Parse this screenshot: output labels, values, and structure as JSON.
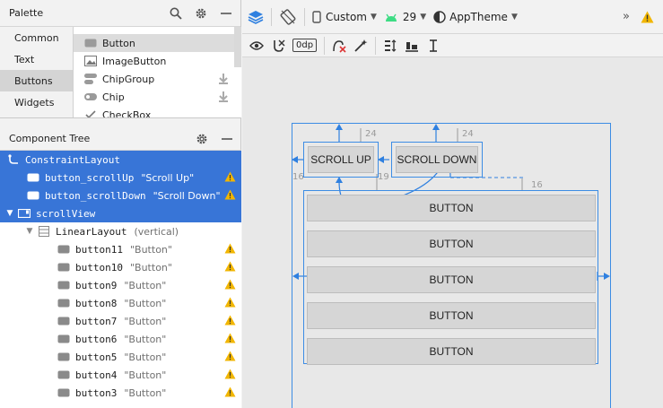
{
  "palette": {
    "title": "Palette",
    "categories": [
      {
        "label": "Common",
        "selected": false
      },
      {
        "label": "Text",
        "selected": false
      },
      {
        "label": "Buttons",
        "selected": true
      },
      {
        "label": "Widgets",
        "selected": false
      }
    ],
    "items": [
      {
        "label": "Button",
        "icon": "button-icon",
        "selected": true,
        "downloadable": false
      },
      {
        "label": "ImageButton",
        "icon": "image-icon",
        "selected": false,
        "downloadable": false
      },
      {
        "label": "ChipGroup",
        "icon": "chip-group-icon",
        "selected": false,
        "downloadable": true
      },
      {
        "label": "Chip",
        "icon": "chip-icon",
        "selected": false,
        "downloadable": true
      },
      {
        "label": "CheckBox",
        "icon": "checkbox-icon",
        "selected": false,
        "downloadable": false
      }
    ]
  },
  "tree": {
    "title": "Component Tree",
    "rows": [
      {
        "id": "ConstraintLayout",
        "label": "",
        "icon": "constraint-icon",
        "indent": 0,
        "selected": true,
        "warn": false,
        "arrow": ""
      },
      {
        "id": "button_scrollUp",
        "label": "\"Scroll Up\"",
        "icon": "button-icon",
        "indent": 1,
        "selected": true,
        "warn": true,
        "arrow": ""
      },
      {
        "id": "button_scrollDown",
        "label": "\"Scroll Down\"",
        "icon": "button-icon",
        "indent": 1,
        "selected": true,
        "warn": true,
        "arrow": ""
      },
      {
        "id": "scrollView",
        "label": "",
        "icon": "scrollview-icon",
        "indent": 0,
        "selected": true,
        "warn": false,
        "arrow": "expanded"
      },
      {
        "id": "LinearLayout",
        "label": "(vertical)",
        "icon": "linear-layout-icon",
        "indent": 1,
        "selected": false,
        "warn": false,
        "arrow": "expanded"
      },
      {
        "id": "button11",
        "label": "\"Button\"",
        "icon": "button-icon",
        "indent": 2,
        "selected": false,
        "warn": true,
        "arrow": ""
      },
      {
        "id": "button10",
        "label": "\"Button\"",
        "icon": "button-icon",
        "indent": 2,
        "selected": false,
        "warn": true,
        "arrow": ""
      },
      {
        "id": "button9",
        "label": "\"Button\"",
        "icon": "button-icon",
        "indent": 2,
        "selected": false,
        "warn": true,
        "arrow": ""
      },
      {
        "id": "button8",
        "label": "\"Button\"",
        "icon": "button-icon",
        "indent": 2,
        "selected": false,
        "warn": true,
        "arrow": ""
      },
      {
        "id": "button7",
        "label": "\"Button\"",
        "icon": "button-icon",
        "indent": 2,
        "selected": false,
        "warn": true,
        "arrow": ""
      },
      {
        "id": "button6",
        "label": "\"Button\"",
        "icon": "button-icon",
        "indent": 2,
        "selected": false,
        "warn": true,
        "arrow": ""
      },
      {
        "id": "button5",
        "label": "\"Button\"",
        "icon": "button-icon",
        "indent": 2,
        "selected": false,
        "warn": true,
        "arrow": ""
      },
      {
        "id": "button4",
        "label": "\"Button\"",
        "icon": "button-icon",
        "indent": 2,
        "selected": false,
        "warn": true,
        "arrow": ""
      },
      {
        "id": "button3",
        "label": "\"Button\"",
        "icon": "button-icon",
        "indent": 2,
        "selected": false,
        "warn": true,
        "arrow": ""
      }
    ]
  },
  "toolbar": {
    "device": "Custom",
    "api_level": "29",
    "theme": "AppTheme",
    "overflow": "»",
    "default_margin": "0dp"
  },
  "design": {
    "scroll_up_label": "SCROLL UP",
    "scroll_down_label": "SCROLL DOWN",
    "button_label": "BUTTON",
    "button_count_visible": 5,
    "margin_scroll_up_top": "24",
    "margin_scroll_down_top": "24",
    "margin_left": "16",
    "margin_between": "19",
    "margin_scrollview_top": "16"
  },
  "colors": {
    "selection_blue": "#3875d7",
    "constraint_blue": "#2f80e0",
    "warning_yellow": "#f2b600",
    "android_green": "#3ddc84"
  }
}
